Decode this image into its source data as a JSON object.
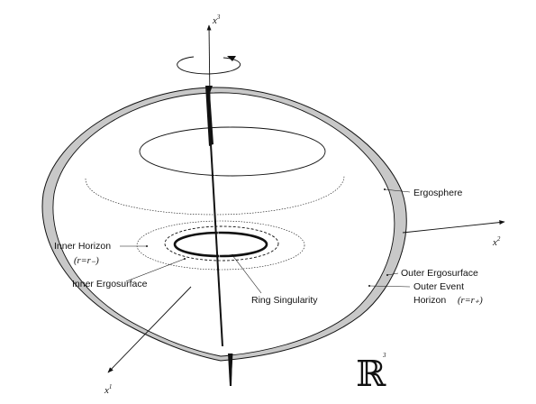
{
  "axes": {
    "x3": {
      "base": "x",
      "sup": "3"
    },
    "x2": {
      "base": "x",
      "sup": "2"
    },
    "x1": {
      "base": "x",
      "sup": "1"
    }
  },
  "labels": {
    "ergosphere": "Ergosphere",
    "inner_horizon": "Inner Horizon",
    "inner_horizon_eq": "(r=r₋)",
    "inner_ergosurface": "Inner Ergosurface",
    "ring_singularity": "Ring Singularity",
    "outer_ergosurface": "Outer Ergosurface",
    "outer_event": "Outer Event",
    "horizon": "Horizon",
    "outer_horizon_eq": "(r=r₊)"
  },
  "space": {
    "symbol": "ℝ",
    "sup": "3"
  },
  "colors": {
    "ink": "#111111",
    "ergoshade": "#c8c8c8",
    "background": "#ffffff"
  }
}
